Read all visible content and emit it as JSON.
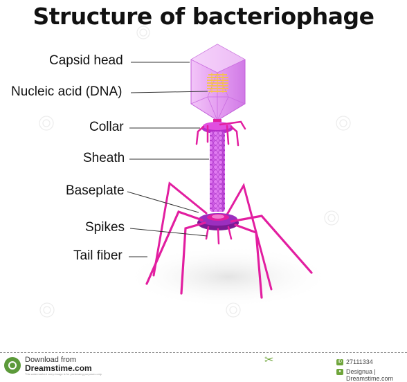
{
  "title": "Structure of bacteriophage",
  "labels": {
    "capsid_head": "Capsid head",
    "nucleic_acid": "Nucleic acid (DNA)",
    "collar": "Collar",
    "sheath": "Sheath",
    "baseplate": "Baseplate",
    "spikes": "Spikes",
    "tail_fiber": "Tail fiber"
  },
  "footer": {
    "download_from": "Download from",
    "site": "Dreamstime.com",
    "fine_print": "This watermarked comp image is for previewing purposes only.",
    "image_id": "27111334",
    "author": "Designua | Dreamstime.com",
    "id_badge": "ID"
  },
  "colors": {
    "phage_main": "#e21ea0",
    "capsid_fill": "#e39af0",
    "sheath": "#d35ae8",
    "dna": "#f6c443",
    "baseplate": "#8b1fa8",
    "leader_line": "#333333",
    "watermark_green": "#6fa53b"
  }
}
